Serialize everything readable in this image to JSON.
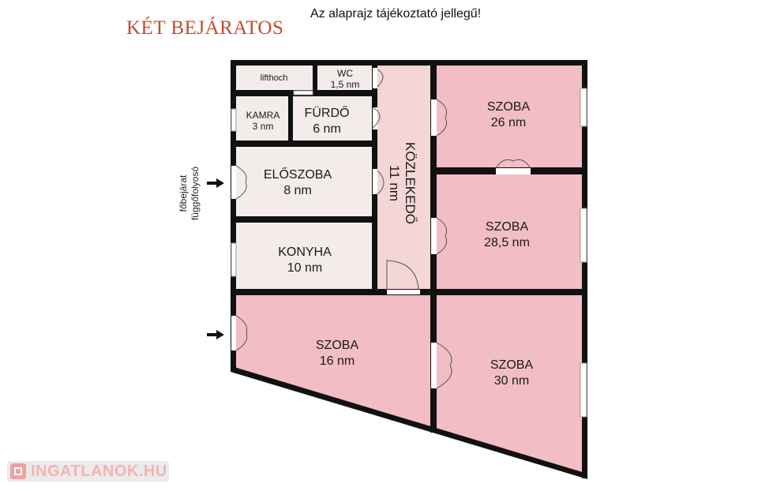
{
  "header": {
    "title": "KÉT BEJÁRATOS",
    "note": "Az alaprajz tájékoztató jellegű!"
  },
  "entrance": {
    "line1": "főbejárat",
    "line2": "függőfolyosó"
  },
  "rooms": {
    "lifthoch": {
      "name": "lifthoch"
    },
    "wc": {
      "name": "WC",
      "area": "1,5 nm"
    },
    "kamra": {
      "name": "KAMRA",
      "area": "3 nm"
    },
    "furdo": {
      "name": "FÜRDŐ",
      "area": "6 nm"
    },
    "eloszoba": {
      "name": "ELŐSZOBA",
      "area": "8 nm"
    },
    "konyha": {
      "name": "KONYHA",
      "area": "10 nm"
    },
    "kozlekedo": {
      "name": "KÖZLEKEDŐ",
      "area": "11 nm"
    },
    "szoba1": {
      "name": "SZOBA",
      "area": "26 nm"
    },
    "szoba2": {
      "name": "SZOBA",
      "area": "28,5 nm"
    },
    "szoba3": {
      "name": "SZOBA",
      "area": "16 nm"
    },
    "szoba4": {
      "name": "SZOBA",
      "area": "30 nm"
    }
  },
  "colors": {
    "room_pink": "#f2bdc4",
    "hall_pink": "#f4d6d6",
    "utility": "#f3ecea",
    "wall": "#111111",
    "title": "#c8492c"
  },
  "watermark": {
    "text": "INGATLANOK.HU"
  }
}
